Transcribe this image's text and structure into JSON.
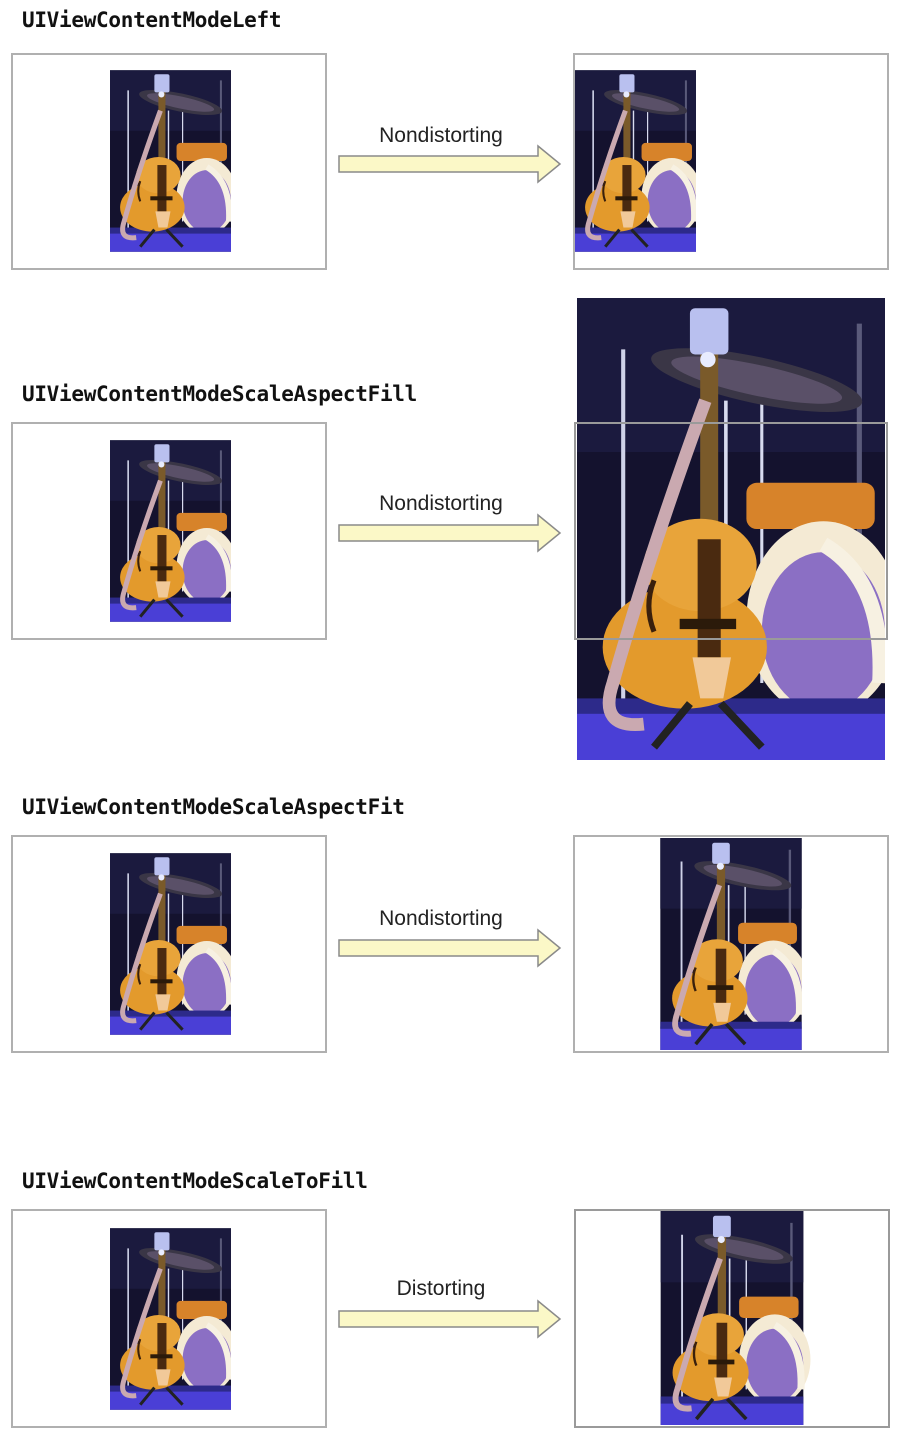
{
  "rows": [
    {
      "title": "UIViewContentModeLeft",
      "arrow_label": "Nondistorting"
    },
    {
      "title": "UIViewContentModeScaleAspectFill",
      "arrow_label": "Nondistorting"
    },
    {
      "title": "UIViewContentModeScaleAspectFit",
      "arrow_label": "Nondistorting"
    },
    {
      "title": "UIViewContentModeScaleToFill",
      "arrow_label": "Distorting"
    }
  ],
  "colors": {
    "frame_border": "#b0b0b0",
    "arrow_fill": "#fbf8c7",
    "arrow_stroke": "#8a8a8a",
    "photo_background": "#14122e",
    "guitar_body": "#e39a2c",
    "drum_head": "#8b6fc4",
    "stage_floor": "#4a3fd6"
  },
  "icons": {
    "arrow": "right-arrow-icon",
    "photo": "guitar-and-drums-photo"
  }
}
